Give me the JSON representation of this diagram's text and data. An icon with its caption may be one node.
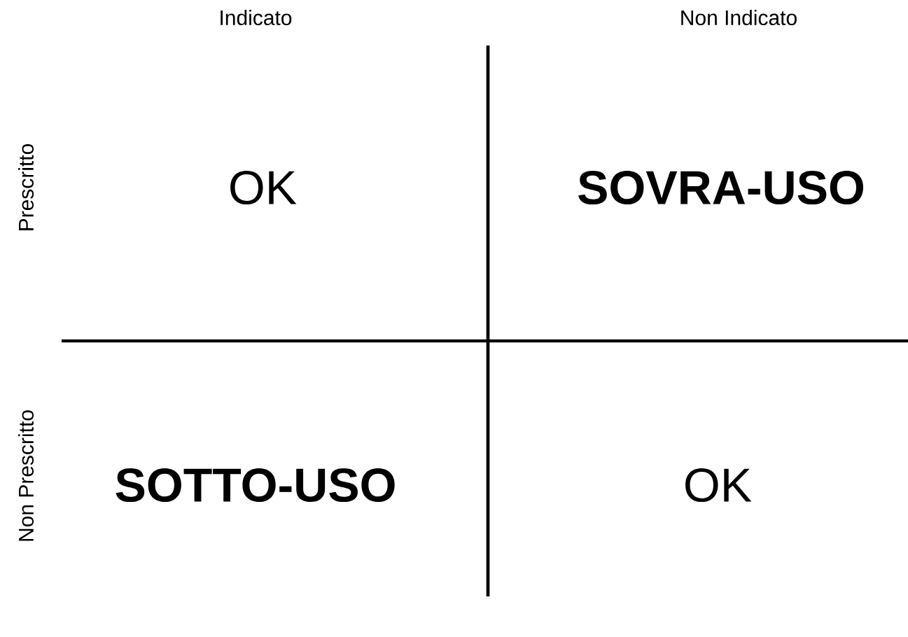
{
  "diagram": {
    "labels": [
      "Indicato",
      "Non Indicato",
      "Prescritto",
      "OK",
      "SOVRA-USO",
      "Non Prescritto",
      "SOTTO-USO",
      "OK"
    ]
  }
}
